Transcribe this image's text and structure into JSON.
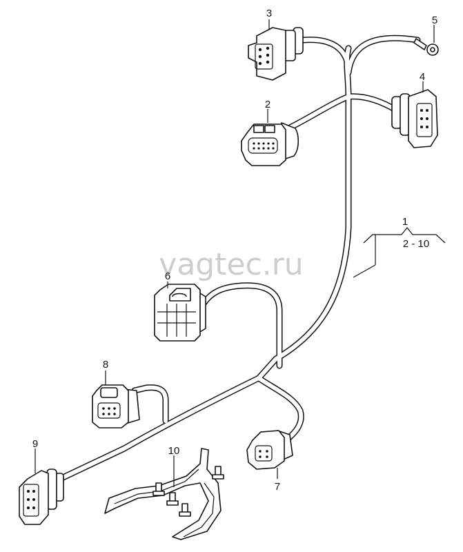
{
  "watermark": "vagtec.ru",
  "callouts": {
    "c1": "1",
    "c1_range": "2 - 10",
    "c2": "2",
    "c3": "3",
    "c4": "4",
    "c5": "5",
    "c6": "6",
    "c7": "7",
    "c8": "8",
    "c9": "9",
    "c10": "10"
  }
}
